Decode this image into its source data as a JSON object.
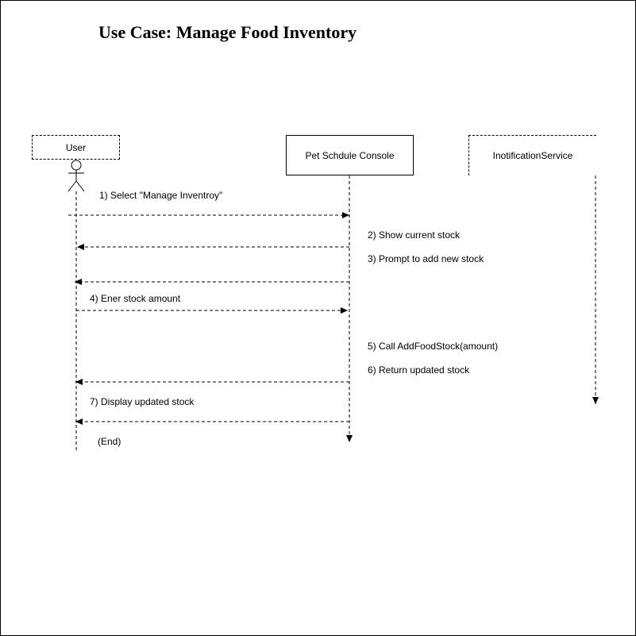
{
  "title": "Use Case: Manage Food Inventory",
  "lifelines": {
    "user": "User",
    "console": "Pet Schdule Console",
    "notification": "InotificationService"
  },
  "messages": [
    {
      "label": "1) Select \"Manage Inventroy\"",
      "from": "user",
      "to": "console"
    },
    {
      "label": "2) Show current stock",
      "from": "console",
      "to": "user"
    },
    {
      "label": "3) Prompt to add new stock",
      "from": "console",
      "to": "user"
    },
    {
      "label": "4) Ener stock amount",
      "from": "user",
      "to": "console"
    },
    {
      "label": "5) Call AddFoodStock(amount)",
      "from": "console",
      "to": ""
    },
    {
      "label": "6) Return updated stock",
      "from": "console",
      "to": "user"
    },
    {
      "label": "7) Display updated stock",
      "from": "console",
      "to": "user"
    }
  ],
  "end_label": "(End)"
}
